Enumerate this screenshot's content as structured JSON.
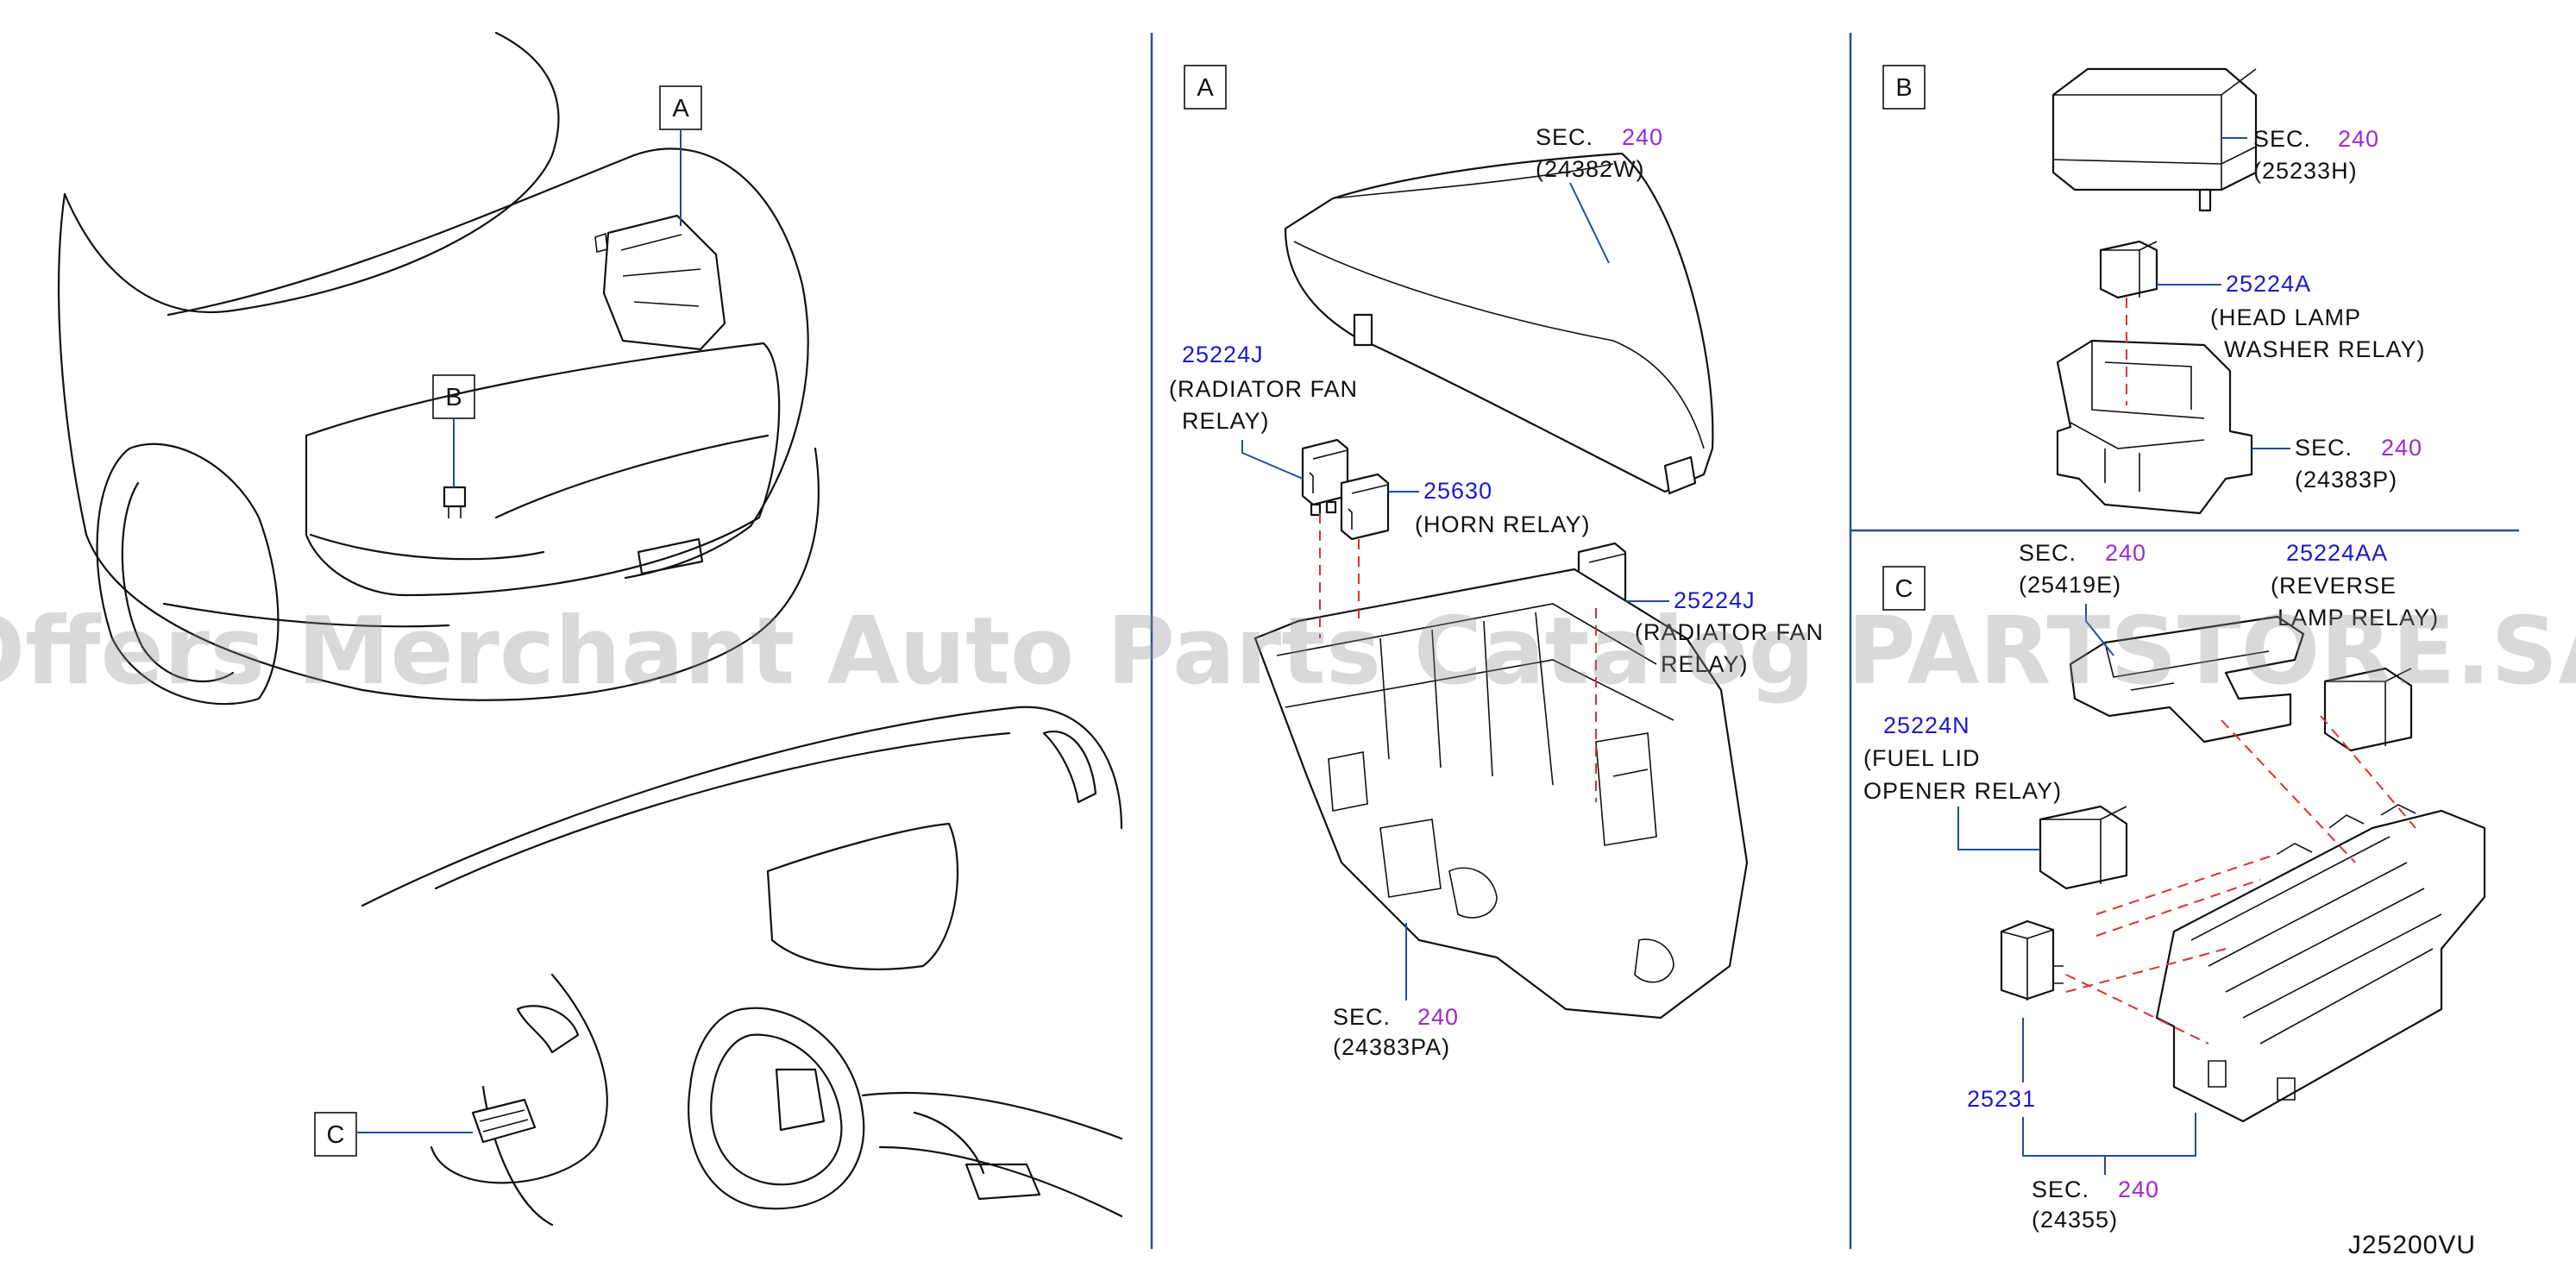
{
  "callouts": {
    "a": "A",
    "b": "B",
    "c": "C"
  },
  "panel_a": {
    "cover": {
      "sec": "SEC.",
      "sec_num": "240",
      "part": "(24382W)"
    },
    "relay1": {
      "number": "25224J",
      "desc1": "(RADIATOR   FAN",
      "desc2": "RELAY)"
    },
    "horn": {
      "number": "25630",
      "desc1": "(HORN   RELAY)"
    },
    "relay2": {
      "number": "25224J",
      "desc1": "(RADIATOR   FAN",
      "desc2": "RELAY)"
    },
    "box": {
      "sec": "SEC.",
      "sec_num": "240",
      "part": "(24383PA)"
    }
  },
  "panel_b": {
    "cover": {
      "sec": "SEC.",
      "sec_num": "240",
      "part": "(25233H)"
    },
    "relay": {
      "number": "25224A",
      "desc1": "(HEAD   LAMP",
      "desc2": "WASHER   RELAY)"
    },
    "bracket": {
      "sec": "SEC.",
      "sec_num": "240",
      "part": "(24383P)"
    }
  },
  "panel_c": {
    "bracket": {
      "sec": "SEC.",
      "sec_num": "240",
      "part": "(25419E)"
    },
    "reverse": {
      "number": "25224AA",
      "desc1": "(REVERSE",
      "desc2": "LAMP   RELAY)"
    },
    "fuel": {
      "number": "25224N",
      "desc1": "(FUEL   LID",
      "desc2": "OPENER   RELAY)"
    },
    "flasher": {
      "number": "25231"
    },
    "block": {
      "sec": "SEC.",
      "sec_num": "240",
      "part": "(24355)"
    }
  },
  "diagram_code": "J25200VU",
  "watermark": "Offers Merchant Auto Parts Catalog PARTSTORE.SA"
}
